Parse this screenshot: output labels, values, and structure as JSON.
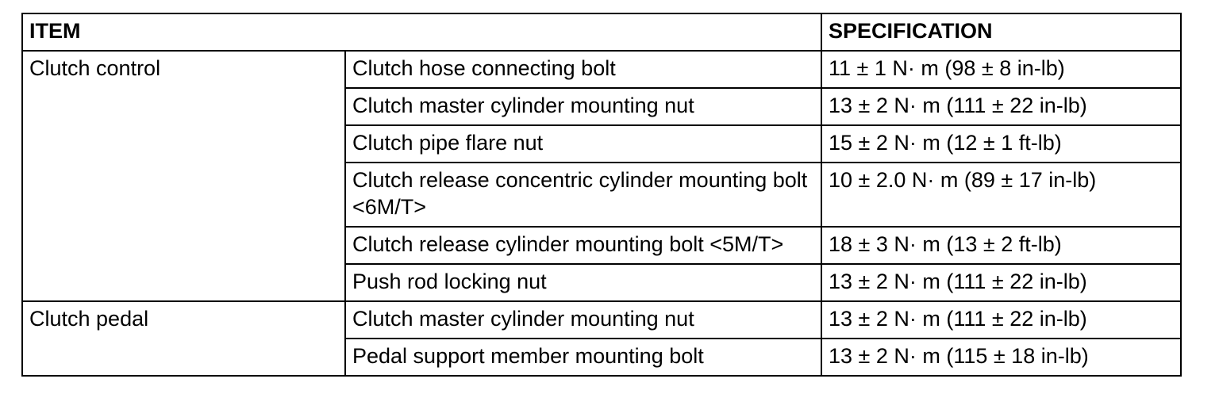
{
  "table": {
    "headers": {
      "item": "ITEM",
      "specification": "SPECIFICATION"
    },
    "groups": [
      {
        "item": "Clutch control",
        "rows": [
          {
            "part": "Clutch hose connecting bolt",
            "spec": "11 ± 1 N· m (98 ± 8 in-lb)"
          },
          {
            "part": "Clutch master cylinder mounting nut",
            "spec": "13 ± 2 N· m (111 ± 22 in-lb)"
          },
          {
            "part": "Clutch pipe flare nut",
            "spec": "15 ± 2 N· m (12 ± 1 ft-lb)"
          },
          {
            "part": "Clutch release concentric cylinder mounting bolt <6M/T>",
            "spec": "10 ± 2.0 N· m (89 ± 17 in-lb)"
          },
          {
            "part": "Clutch release cylinder mounting bolt <5M/T>",
            "spec": "18 ± 3 N· m (13 ± 2 ft-lb)"
          },
          {
            "part": "Push rod locking nut",
            "spec": "13 ± 2 N· m (111 ± 22 in-lb)"
          }
        ]
      },
      {
        "item": "Clutch pedal",
        "rows": [
          {
            "part": "Clutch master cylinder mounting nut",
            "spec": "13 ± 2 N· m (111 ± 22 in-lb)"
          },
          {
            "part": "Pedal support member mounting bolt",
            "spec": "13 ± 2 N· m (115 ± 18 in-lb)"
          }
        ]
      }
    ]
  }
}
